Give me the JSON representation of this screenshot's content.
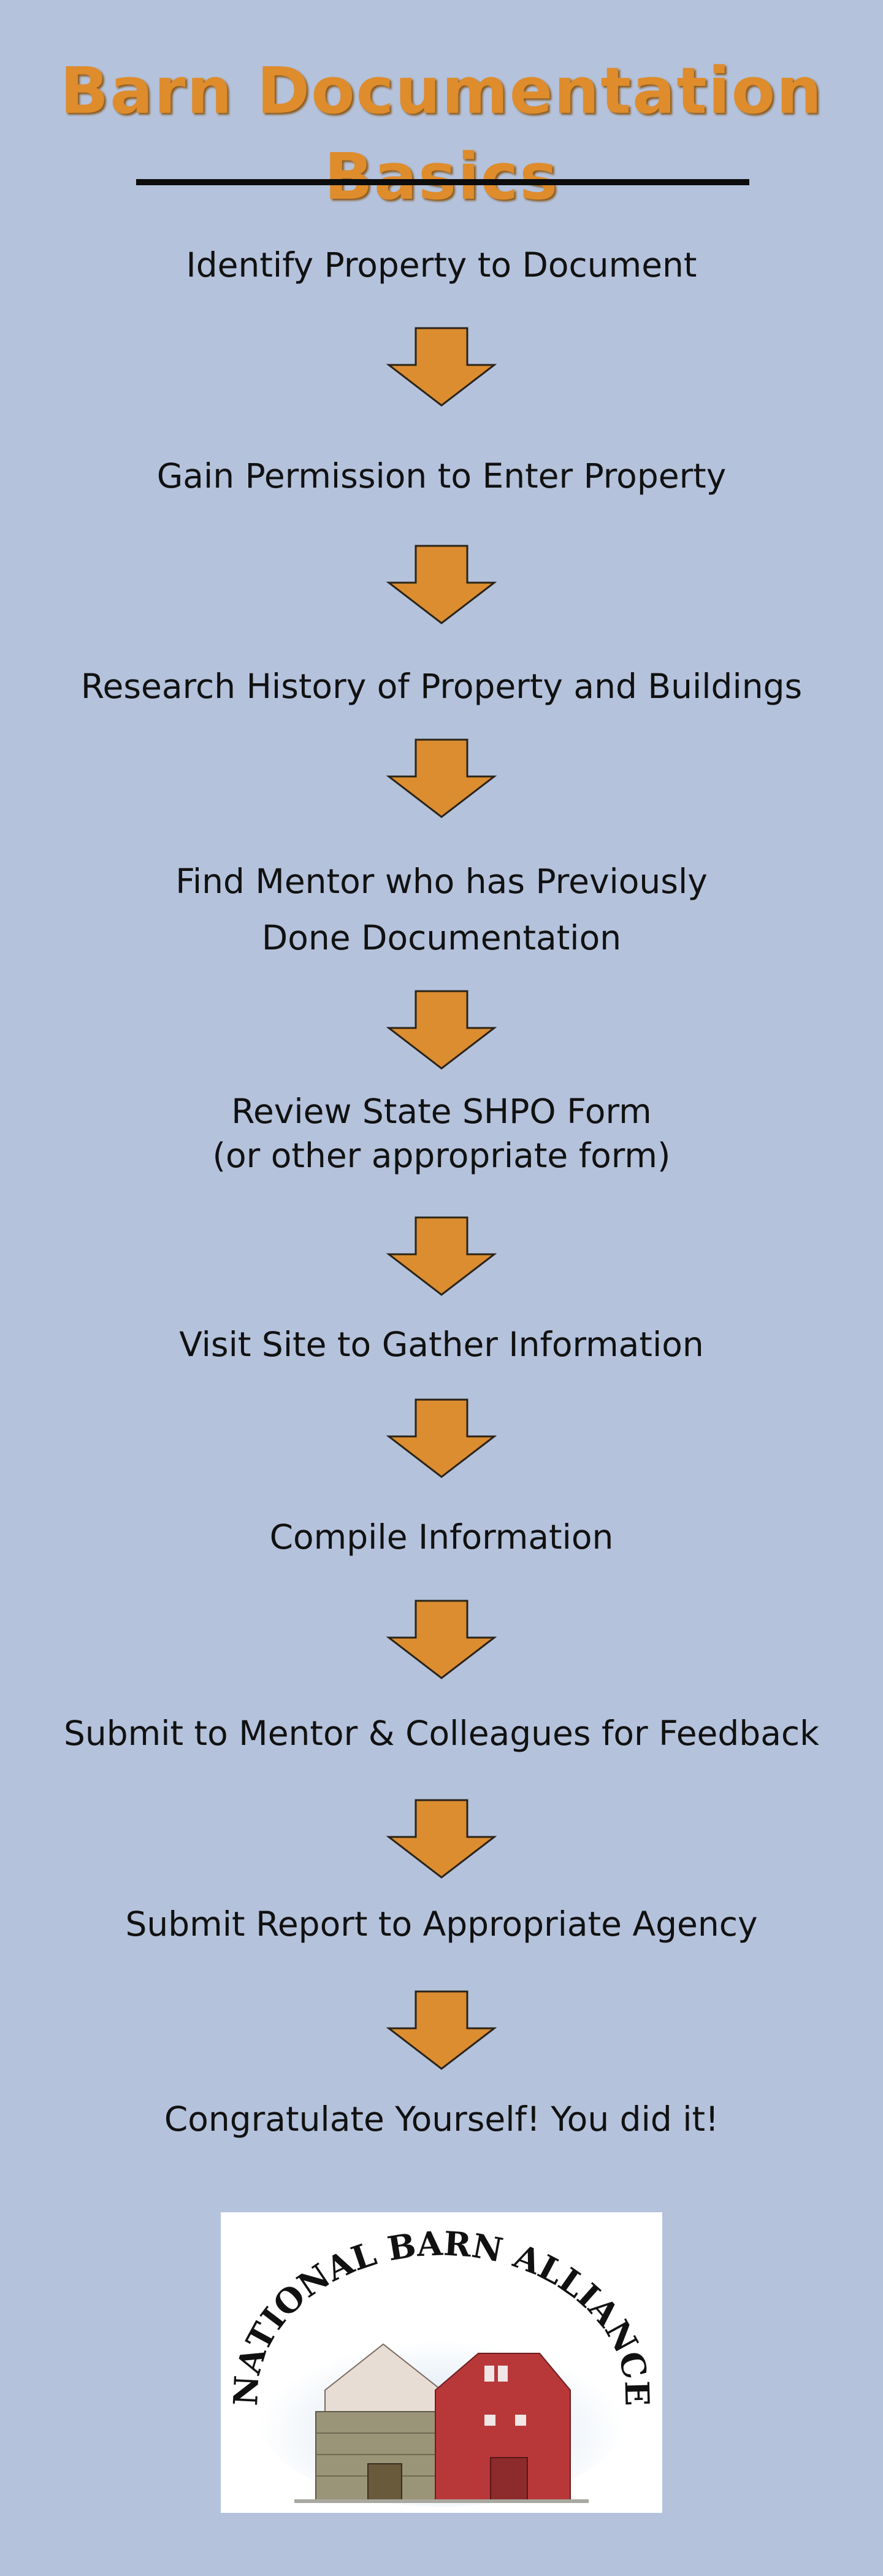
{
  "title": "Barn Documentation Basics",
  "colors": {
    "background": "#b4c2dc",
    "title": "#de8c2c",
    "arrow_fill": "#dc8d30",
    "arrow_stroke": "#2a2418",
    "text": "#111111"
  },
  "steps": [
    {
      "lines": [
        "Identify Property to Document"
      ]
    },
    {
      "lines": [
        "Gain Permission to Enter Property"
      ]
    },
    {
      "lines": [
        "Research History of Property and Buildings"
      ]
    },
    {
      "lines": [
        "Find Mentor who has Previously",
        "Done Documentation"
      ]
    },
    {
      "lines": [
        "Review State SHPO Form",
        "(or other appropriate form)"
      ]
    },
    {
      "lines": [
        "Visit Site to Gather Information"
      ]
    },
    {
      "lines": [
        "Compile Information"
      ]
    },
    {
      "lines": [
        "Submit to Mentor & Colleagues for Feedback"
      ]
    },
    {
      "lines": [
        "Submit Report to Appropriate Agency"
      ]
    },
    {
      "lines": [
        "Congratulate Yourself! You did it!"
      ]
    }
  ],
  "arrow_icon": "down-arrow-icon",
  "logo": {
    "text": "NATIONAL BARN ALLIANCE",
    "icon": "barn-logo-icon"
  }
}
